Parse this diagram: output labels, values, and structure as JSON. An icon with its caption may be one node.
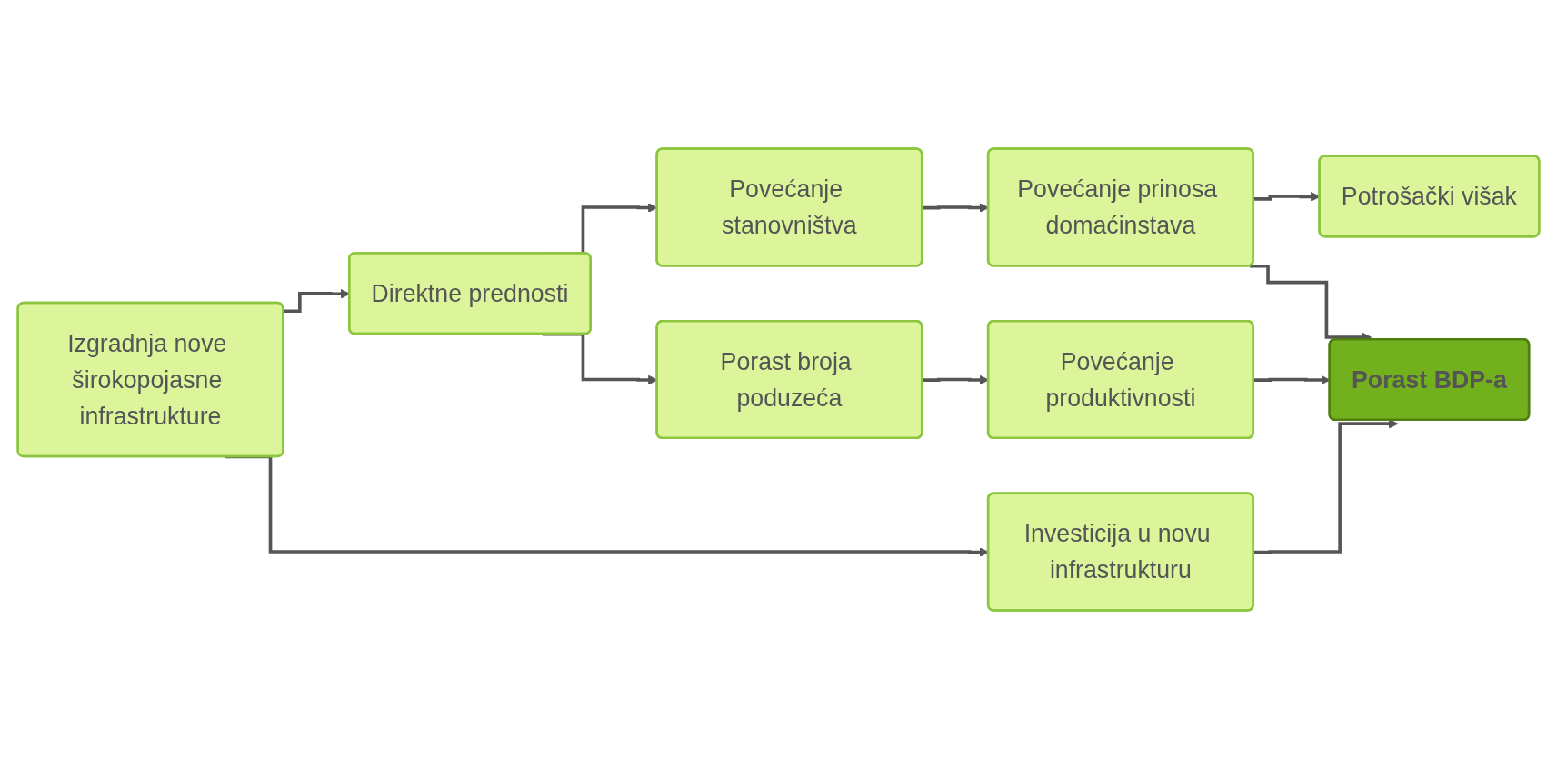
{
  "diagram": {
    "nodes": [
      {
        "text": [
          "Izgradnja nove širokopojasne infrastrukture"
        ]
      },
      {
        "text": [
          "Direktne prednosti"
        ]
      },
      {
        "text": [
          "Povećanje stanovništva"
        ]
      },
      {
        "text": [
          "Povećanje prinosa domaćinstava"
        ]
      },
      {
        "text": [
          "Potrošački višak"
        ]
      },
      {
        "text": [
          "Porast broja poduzeća"
        ]
      },
      {
        "text": [
          "Povećanje produktivnosti"
        ]
      },
      {
        "text": [
          "Porast BDP-a"
        ]
      },
      {
        "text": [
          "Investicija u novu infrastrukturu"
        ]
      }
    ],
    "edges": [
      {
        "from": 0,
        "to": 1,
        "arrow": "to"
      },
      {
        "from": 1,
        "to": 2,
        "arrow": "to"
      },
      {
        "from": 2,
        "to": 3,
        "arrow": "to"
      },
      {
        "from": 3,
        "to": 4,
        "arrow": "to"
      },
      {
        "from": 3,
        "to": 7,
        "arrow": "to"
      },
      {
        "from": 1,
        "to": 5,
        "arrow": "to"
      },
      {
        "from": 5,
        "to": 6,
        "arrow": "to"
      },
      {
        "from": 6,
        "to": 7,
        "arrow": "to"
      },
      {
        "from": 0,
        "to": 8,
        "arrow": "to"
      },
      {
        "from": 8,
        "to": 7,
        "arrow": "to"
      }
    ]
  }
}
